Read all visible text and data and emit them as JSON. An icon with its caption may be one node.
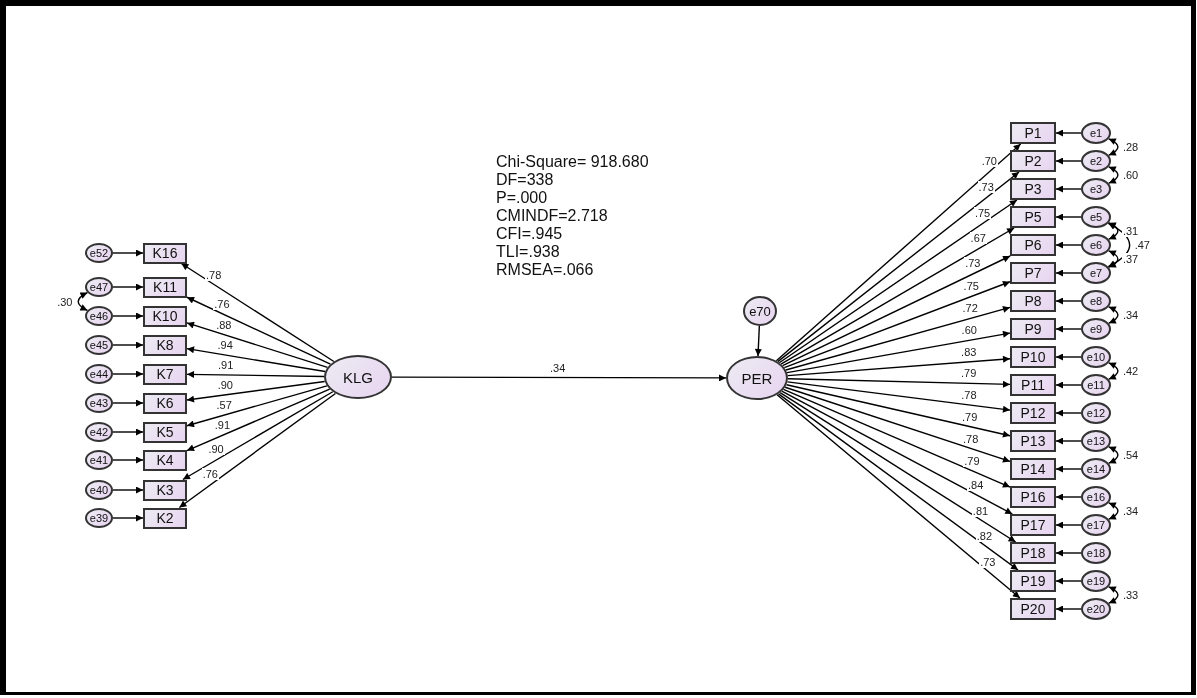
{
  "diagram": {
    "nodes": [
      {
        "text": [
          "e52"
        ]
      },
      {
        "text": [
          "K16"
        ]
      },
      {
        "text": [
          "e47"
        ]
      },
      {
        "text": [
          "K11"
        ]
      },
      {
        "text": [
          "e46"
        ]
      },
      {
        "text": [
          "K10"
        ]
      },
      {
        "text": [
          "e45"
        ]
      },
      {
        "text": [
          "K8"
        ]
      },
      {
        "text": [
          "e44"
        ]
      },
      {
        "text": [
          "K7"
        ]
      },
      {
        "text": [
          "e43"
        ]
      },
      {
        "text": [
          "K6"
        ]
      },
      {
        "text": [
          "e42"
        ]
      },
      {
        "text": [
          "K5"
        ]
      },
      {
        "text": [
          "e41"
        ]
      },
      {
        "text": [
          "K4"
        ]
      },
      {
        "text": [
          "e40"
        ]
      },
      {
        "text": [
          "K3"
        ]
      },
      {
        "text": [
          "e39"
        ]
      },
      {
        "text": [
          "K2"
        ]
      },
      {
        "text": [
          "KLG"
        ]
      },
      {
        "text": [
          "e70"
        ]
      },
      {
        "text": [
          "PER"
        ]
      },
      {
        "text": [
          "P1"
        ]
      },
      {
        "text": [
          "e1"
        ]
      },
      {
        "text": [
          "P2"
        ]
      },
      {
        "text": [
          "e2"
        ]
      },
      {
        "text": [
          "P3"
        ]
      },
      {
        "text": [
          "e3"
        ]
      },
      {
        "text": [
          "P5"
        ]
      },
      {
        "text": [
          "e5"
        ]
      },
      {
        "text": [
          "P6"
        ]
      },
      {
        "text": [
          "e6"
        ]
      },
      {
        "text": [
          "P7"
        ]
      },
      {
        "text": [
          "e7"
        ]
      },
      {
        "text": [
          "P8"
        ]
      },
      {
        "text": [
          "e8"
        ]
      },
      {
        "text": [
          "P9"
        ]
      },
      {
        "text": [
          "e9"
        ]
      },
      {
        "text": [
          "P10"
        ]
      },
      {
        "text": [
          "e10"
        ]
      },
      {
        "text": [
          "P11"
        ]
      },
      {
        "text": [
          "e11"
        ]
      },
      {
        "text": [
          "P12"
        ]
      },
      {
        "text": [
          "e12"
        ]
      },
      {
        "text": [
          "P13"
        ]
      },
      {
        "text": [
          "e13"
        ]
      },
      {
        "text": [
          "P14"
        ]
      },
      {
        "text": [
          "e14"
        ]
      },
      {
        "text": [
          "P16"
        ]
      },
      {
        "text": [
          "e16"
        ]
      },
      {
        "text": [
          "P17"
        ]
      },
      {
        "text": [
          "e17"
        ]
      },
      {
        "text": [
          "P18"
        ]
      },
      {
        "text": [
          "e18"
        ]
      },
      {
        "text": [
          "P19"
        ]
      },
      {
        "text": [
          "e19"
        ]
      },
      {
        "text": [
          "P20"
        ]
      },
      {
        "text": [
          "e20"
        ]
      }
    ],
    "edges": [
      {
        "from": 0,
        "to": 1,
        "arrow": "to"
      },
      {
        "from": 2,
        "to": 3,
        "arrow": "to"
      },
      {
        "from": 4,
        "to": 5,
        "arrow": "to"
      },
      {
        "from": 6,
        "to": 7,
        "arrow": "to"
      },
      {
        "from": 8,
        "to": 9,
        "arrow": "to"
      },
      {
        "from": 10,
        "to": 11,
        "arrow": "to"
      },
      {
        "from": 12,
        "to": 13,
        "arrow": "to"
      },
      {
        "from": 14,
        "to": 15,
        "arrow": "to"
      },
      {
        "from": 16,
        "to": 17,
        "arrow": "to"
      },
      {
        "from": 18,
        "to": 19,
        "arrow": "to"
      },
      {
        "from": 2,
        "to": 4,
        "arrow": "both",
        "label": ".30"
      },
      {
        "from": 20,
        "to": 1,
        "arrow": "to",
        "label": ".78"
      },
      {
        "from": 20,
        "to": 3,
        "arrow": "to",
        "label": ".76"
      },
      {
        "from": 20,
        "to": 5,
        "arrow": "to",
        "label": ".88"
      },
      {
        "from": 20,
        "to": 7,
        "arrow": "to",
        "label": ".94"
      },
      {
        "from": 20,
        "to": 9,
        "arrow": "to",
        "label": ".91"
      },
      {
        "from": 20,
        "to": 11,
        "arrow": "to",
        "label": ".90"
      },
      {
        "from": 20,
        "to": 13,
        "arrow": "to",
        "label": ".57"
      },
      {
        "from": 20,
        "to": 15,
        "arrow": "to",
        "label": ".91"
      },
      {
        "from": 20,
        "to": 17,
        "arrow": "to",
        "label": ".90"
      },
      {
        "from": 20,
        "to": 19,
        "arrow": "to",
        "label": ".76"
      },
      {
        "from": 20,
        "to": 22,
        "arrow": "to",
        "label": ".34"
      },
      {
        "from": 21,
        "to": 22,
        "arrow": "to"
      },
      {
        "from": 22,
        "to": 23,
        "arrow": "to",
        "label": ".70"
      },
      {
        "from": 22,
        "to": 25,
        "arrow": "to",
        "label": ".73"
      },
      {
        "from": 22,
        "to": 27,
        "arrow": "to",
        "label": ".75"
      },
      {
        "from": 22,
        "to": 29,
        "arrow": "to",
        "label": ".67"
      },
      {
        "from": 22,
        "to": 31,
        "arrow": "to",
        "label": ".73"
      },
      {
        "from": 22,
        "to": 33,
        "arrow": "to",
        "label": ".75"
      },
      {
        "from": 22,
        "to": 35,
        "arrow": "to",
        "label": ".72"
      },
      {
        "from": 22,
        "to": 37,
        "arrow": "to",
        "label": ".60"
      },
      {
        "from": 22,
        "to": 39,
        "arrow": "to",
        "label": ".83"
      },
      {
        "from": 22,
        "to": 41,
        "arrow": "to",
        "label": ".79"
      },
      {
        "from": 22,
        "to": 43,
        "arrow": "to",
        "label": ".78"
      },
      {
        "from": 22,
        "to": 45,
        "arrow": "to",
        "label": ".79"
      },
      {
        "from": 22,
        "to": 47,
        "arrow": "to",
        "label": ".78"
      },
      {
        "from": 22,
        "to": 49,
        "arrow": "to",
        "label": ".79"
      },
      {
        "from": 22,
        "to": 51,
        "arrow": "to",
        "label": ".84"
      },
      {
        "from": 22,
        "to": 53,
        "arrow": "to",
        "label": ".81"
      },
      {
        "from": 22,
        "to": 55,
        "arrow": "to",
        "label": ".82"
      },
      {
        "from": 22,
        "to": 57,
        "arrow": "to",
        "label": ".73"
      },
      {
        "from": 24,
        "to": 23,
        "arrow": "to"
      },
      {
        "from": 26,
        "to": 25,
        "arrow": "to"
      },
      {
        "from": 28,
        "to": 27,
        "arrow": "to"
      },
      {
        "from": 30,
        "to": 29,
        "arrow": "to"
      },
      {
        "from": 32,
        "to": 31,
        "arrow": "to"
      },
      {
        "from": 34,
        "to": 33,
        "arrow": "to"
      },
      {
        "from": 36,
        "to": 35,
        "arrow": "to"
      },
      {
        "from": 38,
        "to": 37,
        "arrow": "to"
      },
      {
        "from": 40,
        "to": 39,
        "arrow": "to"
      },
      {
        "from": 42,
        "to": 41,
        "arrow": "to"
      },
      {
        "from": 44,
        "to": 43,
        "arrow": "to"
      },
      {
        "from": 46,
        "to": 45,
        "arrow": "to"
      },
      {
        "from": 48,
        "to": 47,
        "arrow": "to"
      },
      {
        "from": 50,
        "to": 49,
        "arrow": "to"
      },
      {
        "from": 52,
        "to": 51,
        "arrow": "to"
      },
      {
        "from": 54,
        "to": 53,
        "arrow": "to"
      },
      {
        "from": 56,
        "to": 55,
        "arrow": "to"
      },
      {
        "from": 58,
        "to": 57,
        "arrow": "to"
      },
      {
        "from": 24,
        "to": 26,
        "arrow": "both",
        "label": ".28"
      },
      {
        "from": 26,
        "to": 28,
        "arrow": "both",
        "label": ".60"
      },
      {
        "from": 30,
        "to": 32,
        "arrow": "both",
        "label": ".31"
      },
      {
        "from": 30,
        "to": 34,
        "arrow": "both",
        "label": ".47"
      },
      {
        "from": 32,
        "to": 34,
        "arrow": "both",
        "label": ".37"
      },
      {
        "from": 36,
        "to": 38,
        "arrow": "both",
        "label": ".34"
      },
      {
        "from": 40,
        "to": 42,
        "arrow": "both",
        "label": ".42"
      },
      {
        "from": 46,
        "to": 48,
        "arrow": "both",
        "label": ".54"
      },
      {
        "from": 50,
        "to": 52,
        "arrow": "both",
        "label": ".34"
      },
      {
        "from": 56,
        "to": 58,
        "arrow": "both",
        "label": ".33"
      }
    ],
    "labels": [
      "Chi-Square= 918.680",
      "DF=338",
      "P=.000",
      "CMINDF=2.718",
      "CFI=.945",
      "TLI=.938",
      "RMSEA=.066"
    ]
  }
}
